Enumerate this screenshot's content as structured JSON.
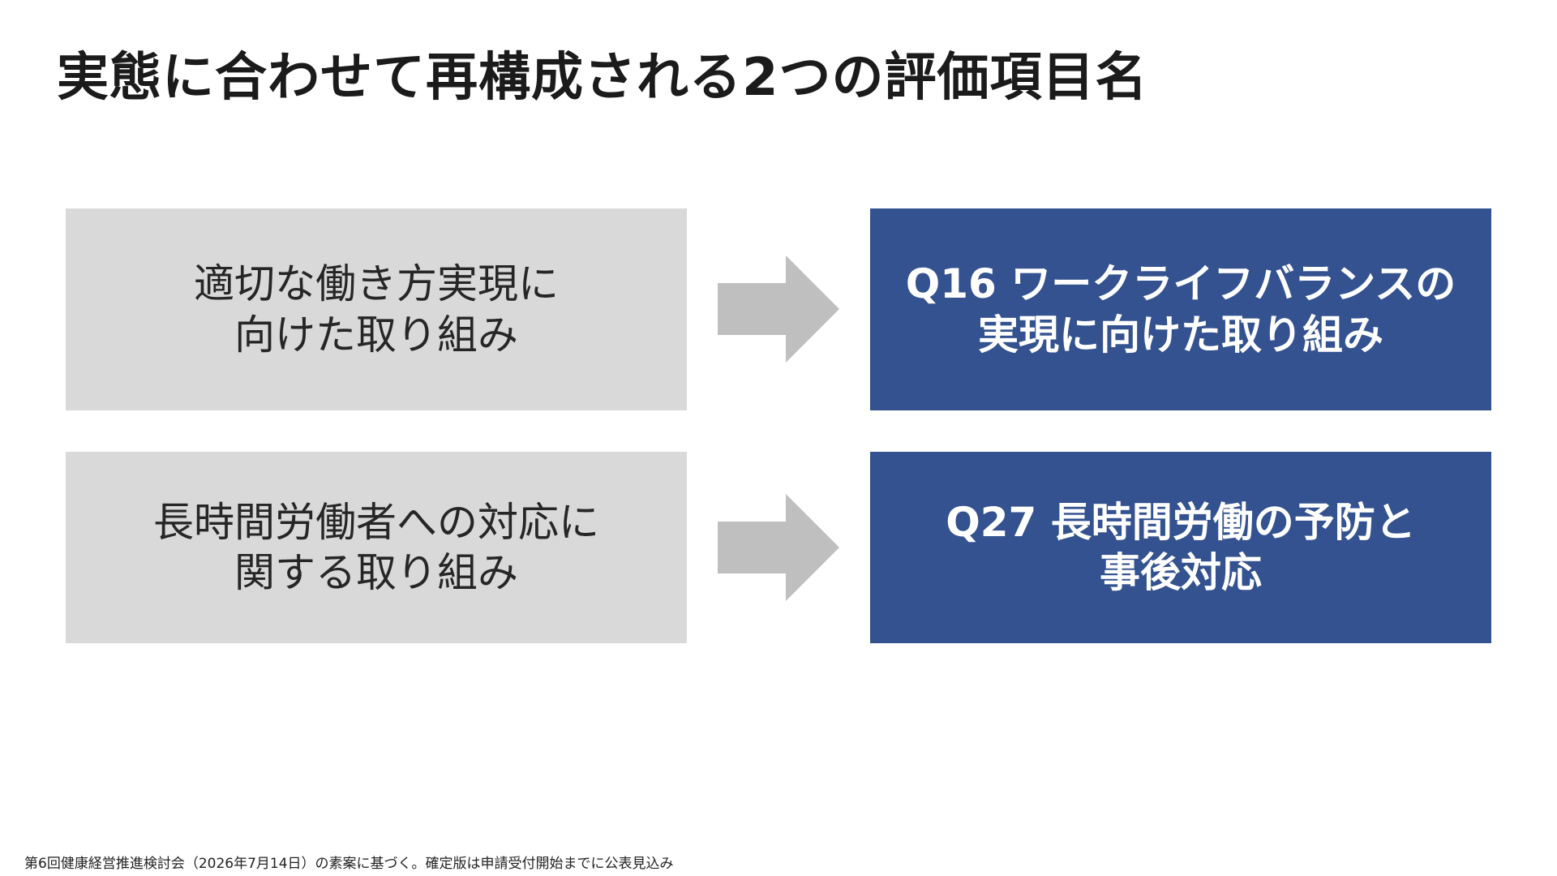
{
  "title": "実態に合わせて再構成される2つの評価項目名",
  "rows": [
    {
      "old": "適切な働き方実現に\n向けた取り組み",
      "new": "Q16 ワークライフバランスの\n実現に向けた取り組み"
    },
    {
      "old": "長時間労働者への対応に\n関する取り組み",
      "new": "Q27 長時間労働の予防と\n事後対応"
    }
  ],
  "footnote": "第6回健康経営推進検討会（2026年7月14日）の素案に基づく。確定版は申請受付開始までに公表見込み",
  "colors": {
    "old_box": "#d9d9d9",
    "new_box": "#33528f",
    "arrow": "#bfbfbf"
  }
}
